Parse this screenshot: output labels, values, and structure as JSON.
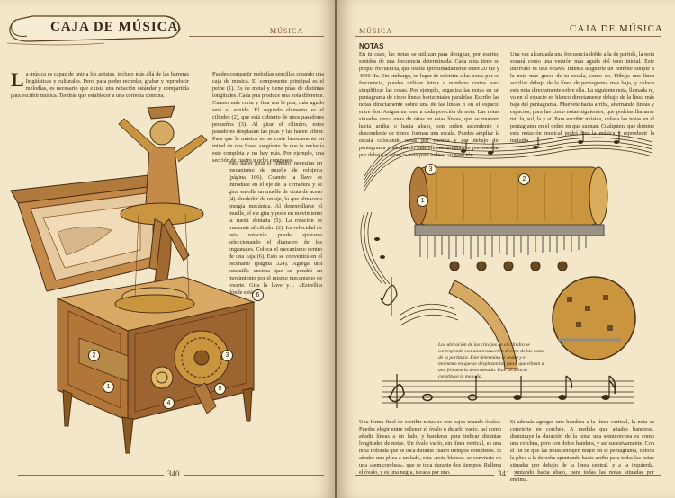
{
  "left_page": {
    "title": "CAJA DE MÚSICA",
    "running_head": "MÚSICA",
    "folio": "340",
    "intro_dropcap": "L",
    "intro_text": "a música es capaz de unir a los artistas, incluso más allá de las barreras lingüísticas y culturales. Pero, para poder recordar, grabar y reproducir melodías, es necesario que exista una notación estándar y compartida para escribir música. Tendrás que establecer a una correcta comúna.",
    "column2_text": "Puedes compartir melodías sencillas creando una caja de música. El componente principal es el peine (1). Es de metal y tiene púas de distintas longitudes. Cada púa produce una nota diferente. Cuanto más corta y fina sea la púa, más agudo será el sonido. El segundo elemento es el cilindro (2), que está cubierto de unos pasadores pequeños (3). Al girar el cilindro, estos pasadores desplazan las púas y las hacen vibrar. Para que la música no se corte bruscamente en mitad de una frase, asegúrate de que la melodía esté completa y no hay más. Por ejemplo, una sección de cuatro u ocho compases.",
    "column3_text": "Para hacer girar el cilindro, necesitas un mecanismo de muelle de relojería (página 166). Cuando la llave se introduce en el eje de la cerradura y se gira, enrolla un muelle de cinta de acero (4) alrededor de un eje, lo que almacena energía mecánica. Al desenrollarse el muelle, el eje gira y pone en movimiento la rueda dentada (5). La rotación se transmite al cilindro (2). La velocidad de esta rotación puede ajustarse seleccionando el diámetro de los engranajes. Coloca el mecanismo dentro de una caja (6). Esto se convertirá en el escenario (página 324). Agrega una estatuilla encima que se pondrá en movimiento por el mismo mecanismo de resorte. Gira la llave y… «Estrellita dónde estás»…",
    "callouts": [
      "1",
      "2",
      "3",
      "4",
      "5",
      "6"
    ]
  },
  "right_page": {
    "title": "CAJA DE MÚSICA",
    "running_head": "MÚSICA",
    "folio": "341",
    "section_heading": "NOTAS",
    "notas_col1": "En tu caso, las notas se utilizan para designar, por escrito, sonidos de una frecuencia determinada. Cada nota tiene su propia frecuencia, que oscila aproximadamente entre 20 Hz y 4000 Hz. Sin embargo, en lugar de referirte a las notas por su frecuencia, puedes utilizar letras o nombres cortos para simplificar las cosas. Por ejemplo, organiza las notas en un pentagrama de cinco líneas horizontales paralelas. Escribe las notas directamente sobre una de las líneas o en el espacio entre dos. Asigna un tono a cada posición de nota. Las notas situadas cerca unas de otras en estas líneas, que se mueven hacia arriba o hacia abajo, son orden ascendente o descendente de tonos, forman una escala. Puedes ampliar la escala colocando notas por encima y por debajo del pentagrama y añadiendo más «líneas auxiliares» por encima, por debajo o sobre la nota para indicar su posición.",
    "notas_col2": "Una vez alcanzada una frecuencia doble a la de partida, la nota sonará como una versión más aguda del tono inicial. Este intervalo es una octava. Intenta asignarle un nombre simple a la nota más grave de tu escala, como do. Dibuja una línea auxiliar debajo de la línea de pentagrama más baja, y coloca esta nota directamente sobre ella. La siguiente nota, llamada re, va en el espacio en blanco directamente debajo de la línea más baja del pentagrama. Muévete hacia arriba, alternando líneas y espacios, para las cinco notas siguientes, que podrías llamarse mi, fa, sol, la y si. Para escribir música, coloca las notas en el pentagrama en el orden en que suenan. Cualquiera que domine esta notación musical podrá leer la música y reproducir la melodía.",
    "caption": "Las ubicación de las clavijas en el cilindro se corresponde con una traducción directa de las notas de la partitura. Este determina el orden y el momento en que se desplazan las púas, que vibran a una frecuencia determinada. Este secuencia constituye la melodía.",
    "bottom_col1": "Una forma final de escribir notas es con bajos usando óvalos. Puedes elegir entre rellenar el óvalo o dejarlo vacío, así como añadir líneas a un lado, y banderas para indicar distintas longitudes de notas. Un óvalo vacío, sin línea vertical, es una nota redonda que se toca durante cuatro tiempos completos. Si añades una plica a un lado, esta «nota blanca» se convierte en una «semicorchea», que se toca durante dos tiempos. Rellena el óvalo, y es una negra, tocada por uno.",
    "bottom_col2": "Si además agregas una bandera a la línea vertical, la nota se convierte en corchea. A medida que añades banderas, disminuye la duración de la nota: una semicorchea es como una corchea, pero con doble bandera, y así sucesivamente. Con el fin de que las notas encajen mejor en el pentagrama, coloca la plica a la derecha apuntando hacia arriba para todas las notas situadas por debajo de la línea central, y a la izquierda, apuntando hacia abajo, para todas las notas situadas por encima.",
    "callouts": [
      "1",
      "2",
      "3"
    ]
  },
  "colors": {
    "paper": "#f3e6c9",
    "ink": "#3b2a18",
    "brass": "#c9953f",
    "brass_dark": "#8a5a22",
    "wood": "#a8703a",
    "rule": "#8a6a46"
  },
  "icons": [
    "music-box-illustration",
    "dancer-figurine",
    "cylinder-comb-illustration",
    "staff-notes-illustration",
    "treble-clef-icon",
    "whole-note-icon",
    "half-note-icon",
    "quarter-note-icon",
    "eighth-note-icon",
    "sixteenth-note-icon"
  ]
}
